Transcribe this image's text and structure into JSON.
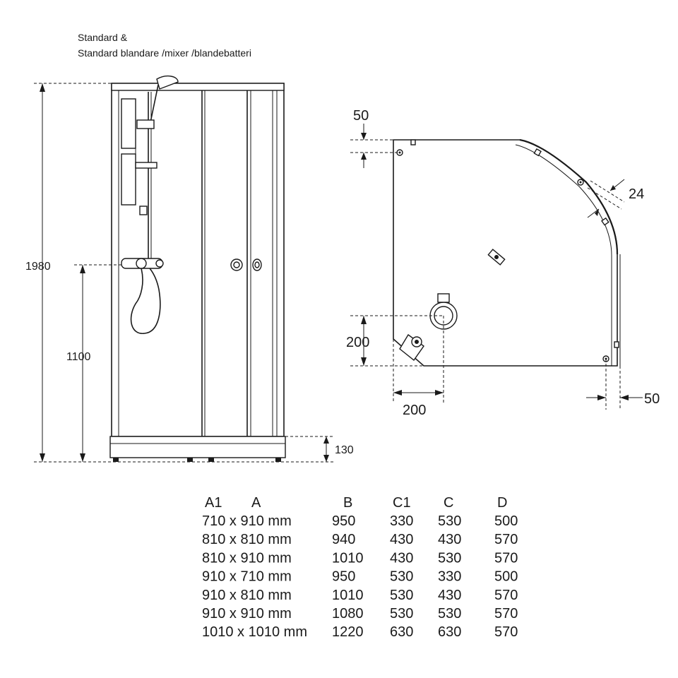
{
  "title": {
    "line1": "Standard &",
    "line2": "Standard blandare /mixer /blandebatteri"
  },
  "front_view": {
    "height_total": "1980",
    "height_mixer": "1100",
    "height_tray": "130"
  },
  "plan_view": {
    "dim_top": "50",
    "dim_glass": "24",
    "dim_drain_y": "200",
    "dim_drain_x": "200",
    "dim_right": "50"
  },
  "table": {
    "headers": [
      "A1",
      "A",
      "B",
      "C1",
      "C",
      "D"
    ],
    "rows": [
      {
        "size": "710 x 910 mm",
        "b": "950",
        "c1": "330",
        "c": "530",
        "d": "500"
      },
      {
        "size": "810 x 810 mm",
        "b": "940",
        "c1": "430",
        "c": "430",
        "d": "570"
      },
      {
        "size": "810 x 910 mm",
        "b": "1010",
        "c1": "430",
        "c": "530",
        "d": "570"
      },
      {
        "size": "910 x 710 mm",
        "b": "950",
        "c1": "530",
        "c": "330",
        "d": "500"
      },
      {
        "size": "910 x 810 mm",
        "b": "1010",
        "c1": "530",
        "c": "430",
        "d": "570"
      },
      {
        "size": "910 x 910 mm",
        "b": "1080",
        "c1": "530",
        "c": "530",
        "d": "570"
      },
      {
        "size": "1010 x 1010 mm",
        "b": "1220",
        "c1": "630",
        "c": "630",
        "d": "570"
      }
    ]
  },
  "icons": [
    "shower-head-icon",
    "mixer-icon",
    "door-knob-icon",
    "drain-icon",
    "hinge-icon"
  ]
}
